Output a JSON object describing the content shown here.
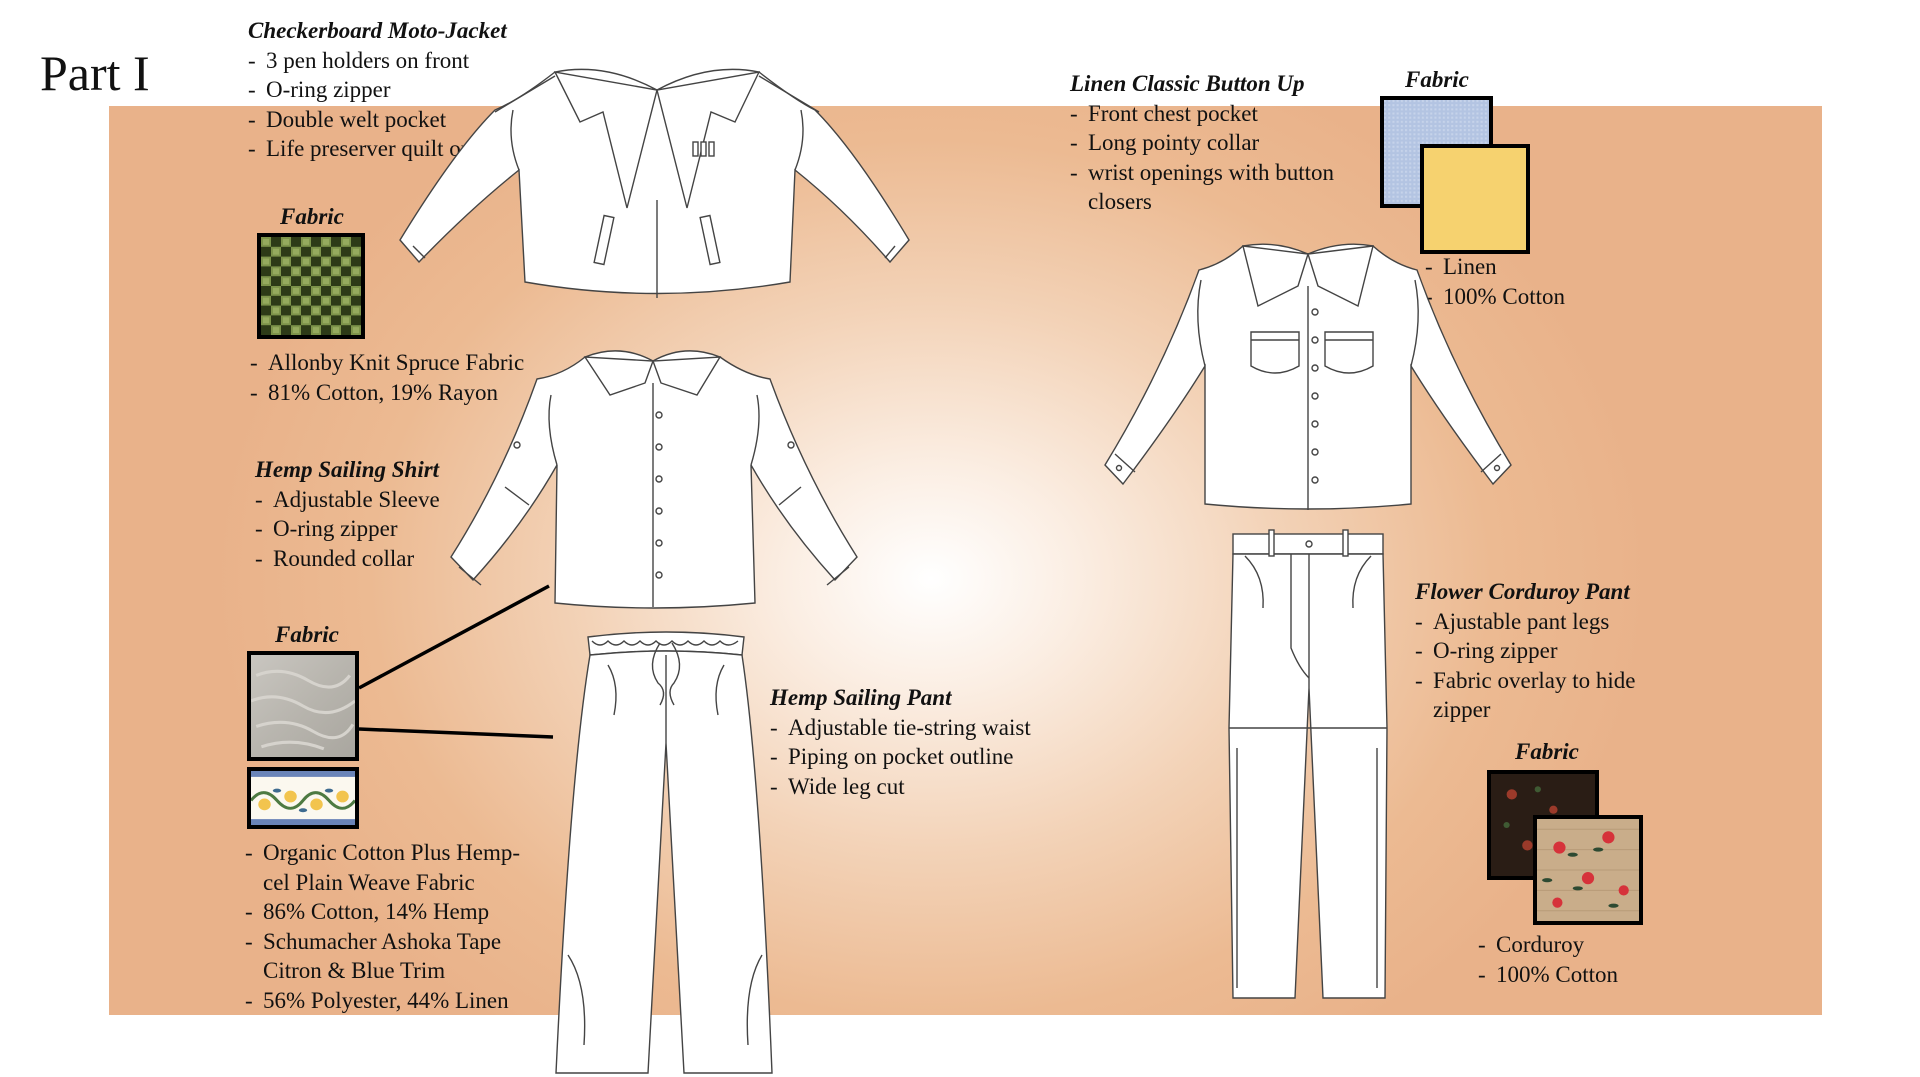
{
  "title": "Part I",
  "jacket": {
    "name": "Checkerboard Moto-Jacket",
    "features": [
      "3 pen holders on front",
      "O-ring zipper",
      "Double welt pocket",
      "Life preserver quilt on back"
    ],
    "fabric_label": "Fabric",
    "fabric_details": [
      "Allonby Knit Spruce Fabric",
      "81% Cotton, 19% Rayon"
    ]
  },
  "sailing_shirt": {
    "name": "Hemp Sailing Shirt",
    "features": [
      "Adjustable Sleeve",
      "O-ring zipper",
      "Rounded collar"
    ]
  },
  "hemp_fabric": {
    "label": "Fabric",
    "details": [
      "Organic Cotton Plus Hemp-cel Plain Weave Fabric",
      "86% Cotton, 14% Hemp",
      "Schumacher Ashoka Tape Citron & Blue Trim",
      "56% Polyester, 44% Linen"
    ]
  },
  "sailing_pant": {
    "name": "Hemp Sailing Pant",
    "features": [
      "Adjustable tie-string waist",
      "Piping on pocket outline",
      "Wide leg cut"
    ]
  },
  "button_up": {
    "name": "Linen Classic Button Up",
    "features": [
      "Front chest pocket",
      "Long pointy collar",
      "wrist openings with button closers"
    ],
    "fabric_label": "Fabric",
    "fabric_details": [
      "Linen",
      "100% Cotton"
    ]
  },
  "corduroy_pant": {
    "name": "Flower Corduroy Pant",
    "features": [
      "Ajustable pant legs",
      "O-ring zipper",
      "Fabric overlay to hide zipper"
    ],
    "fabric_label": "Fabric",
    "fabric_details": [
      "Corduroy",
      "100% Cotton"
    ]
  },
  "colors": {
    "background_panel": "#e9b28a",
    "linen_blue": "#b3c4e2",
    "linen_yellow": "#f6d26f",
    "checker_dark": "#2d3a17",
    "checker_light": "#7d934a"
  }
}
